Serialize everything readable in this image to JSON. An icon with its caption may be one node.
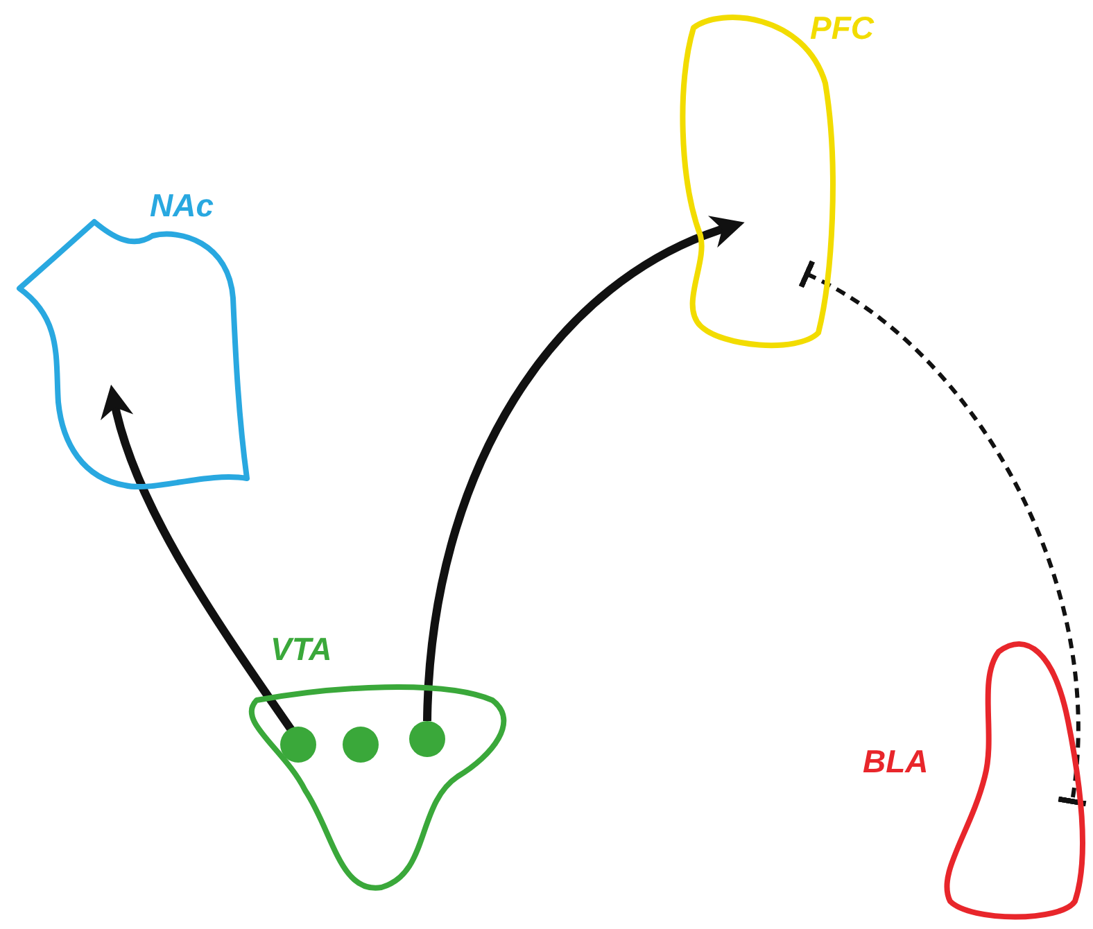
{
  "diagram": {
    "nodes": [
      {
        "text": [
          "PFC"
        ]
      },
      {
        "text": [
          "NAc"
        ]
      },
      {
        "text": [
          "VTA"
        ]
      },
      {
        "text": [],
        "shape": "circle",
        "in": 2
      },
      {
        "text": [],
        "shape": "circle",
        "in": 2
      },
      {
        "text": [],
        "shape": "circle",
        "in": 2
      },
      {
        "text": [
          "BLA"
        ]
      }
    ],
    "edges": [
      {
        "from": 3,
        "to": 1,
        "arrow": "to"
      },
      {
        "from": 5,
        "to": 0,
        "arrow": "to"
      },
      {
        "from": 0,
        "to": 6,
        "arrow": "other",
        "style": "dashed"
      }
    ]
  }
}
